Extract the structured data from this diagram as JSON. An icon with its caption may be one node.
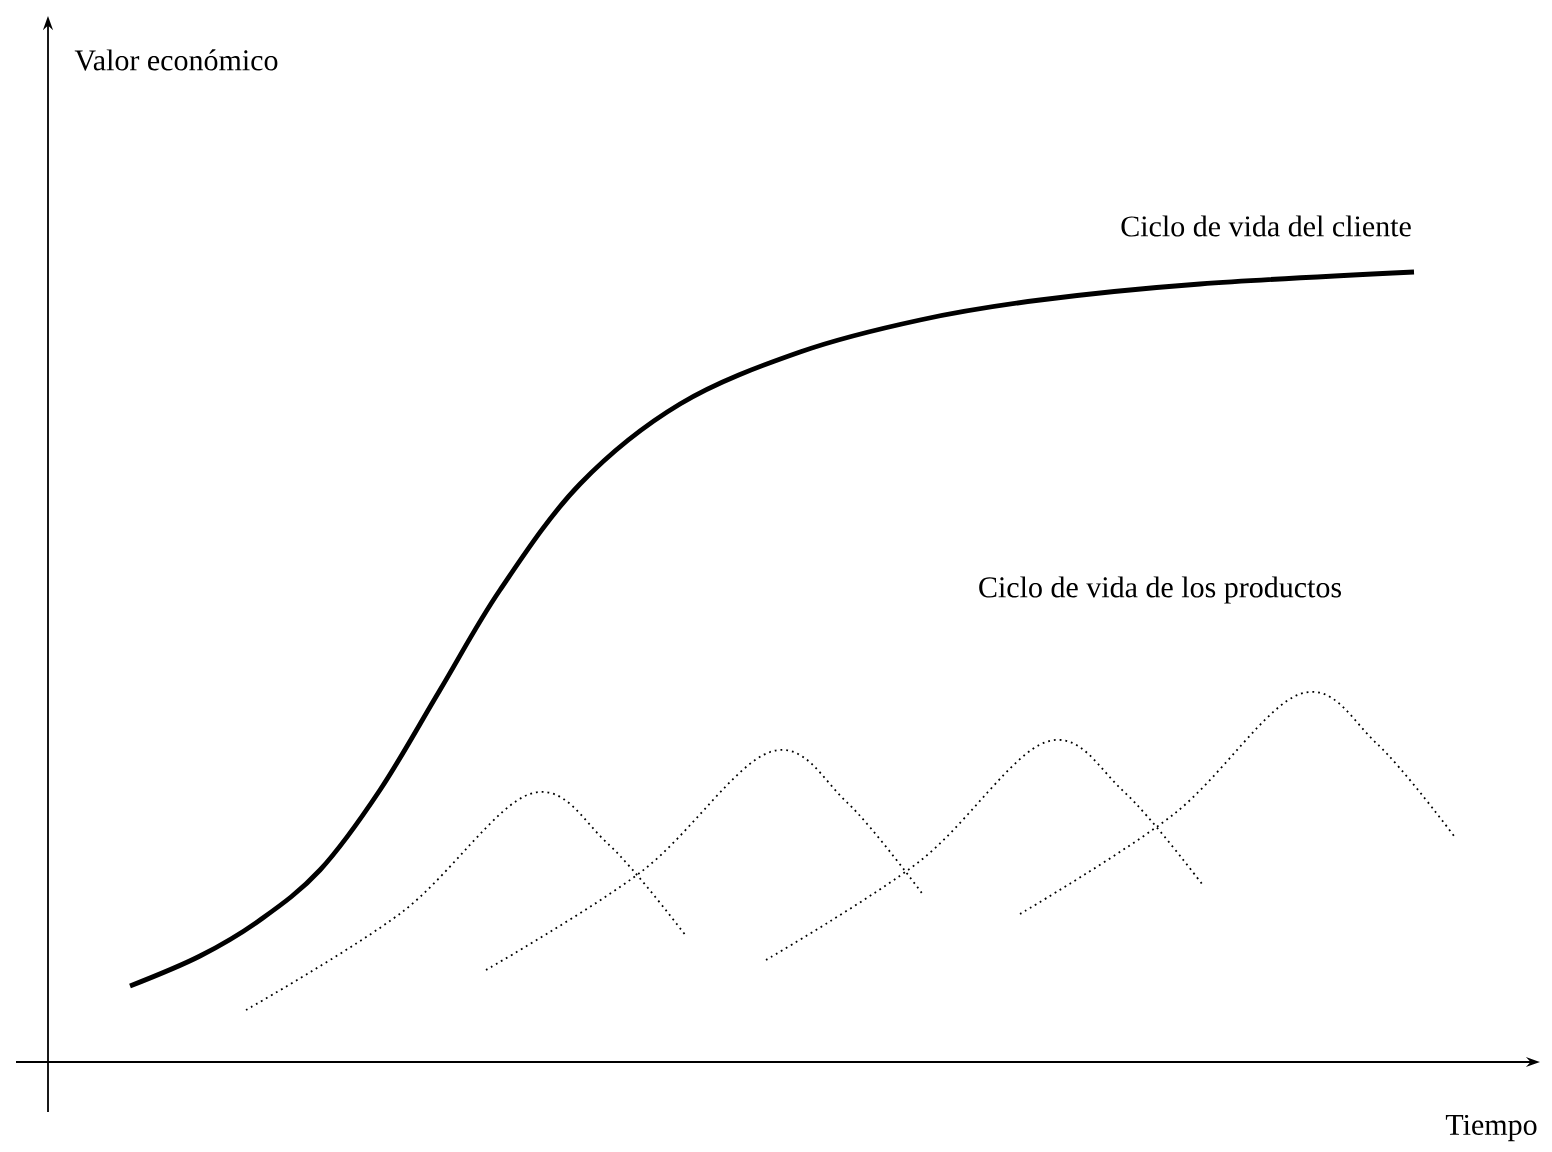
{
  "diagram": {
    "labels": [
      "Valor económico",
      "Ciclo de vida del cliente",
      "Ciclo de vida de los productos",
      "Tiempo"
    ]
  }
}
